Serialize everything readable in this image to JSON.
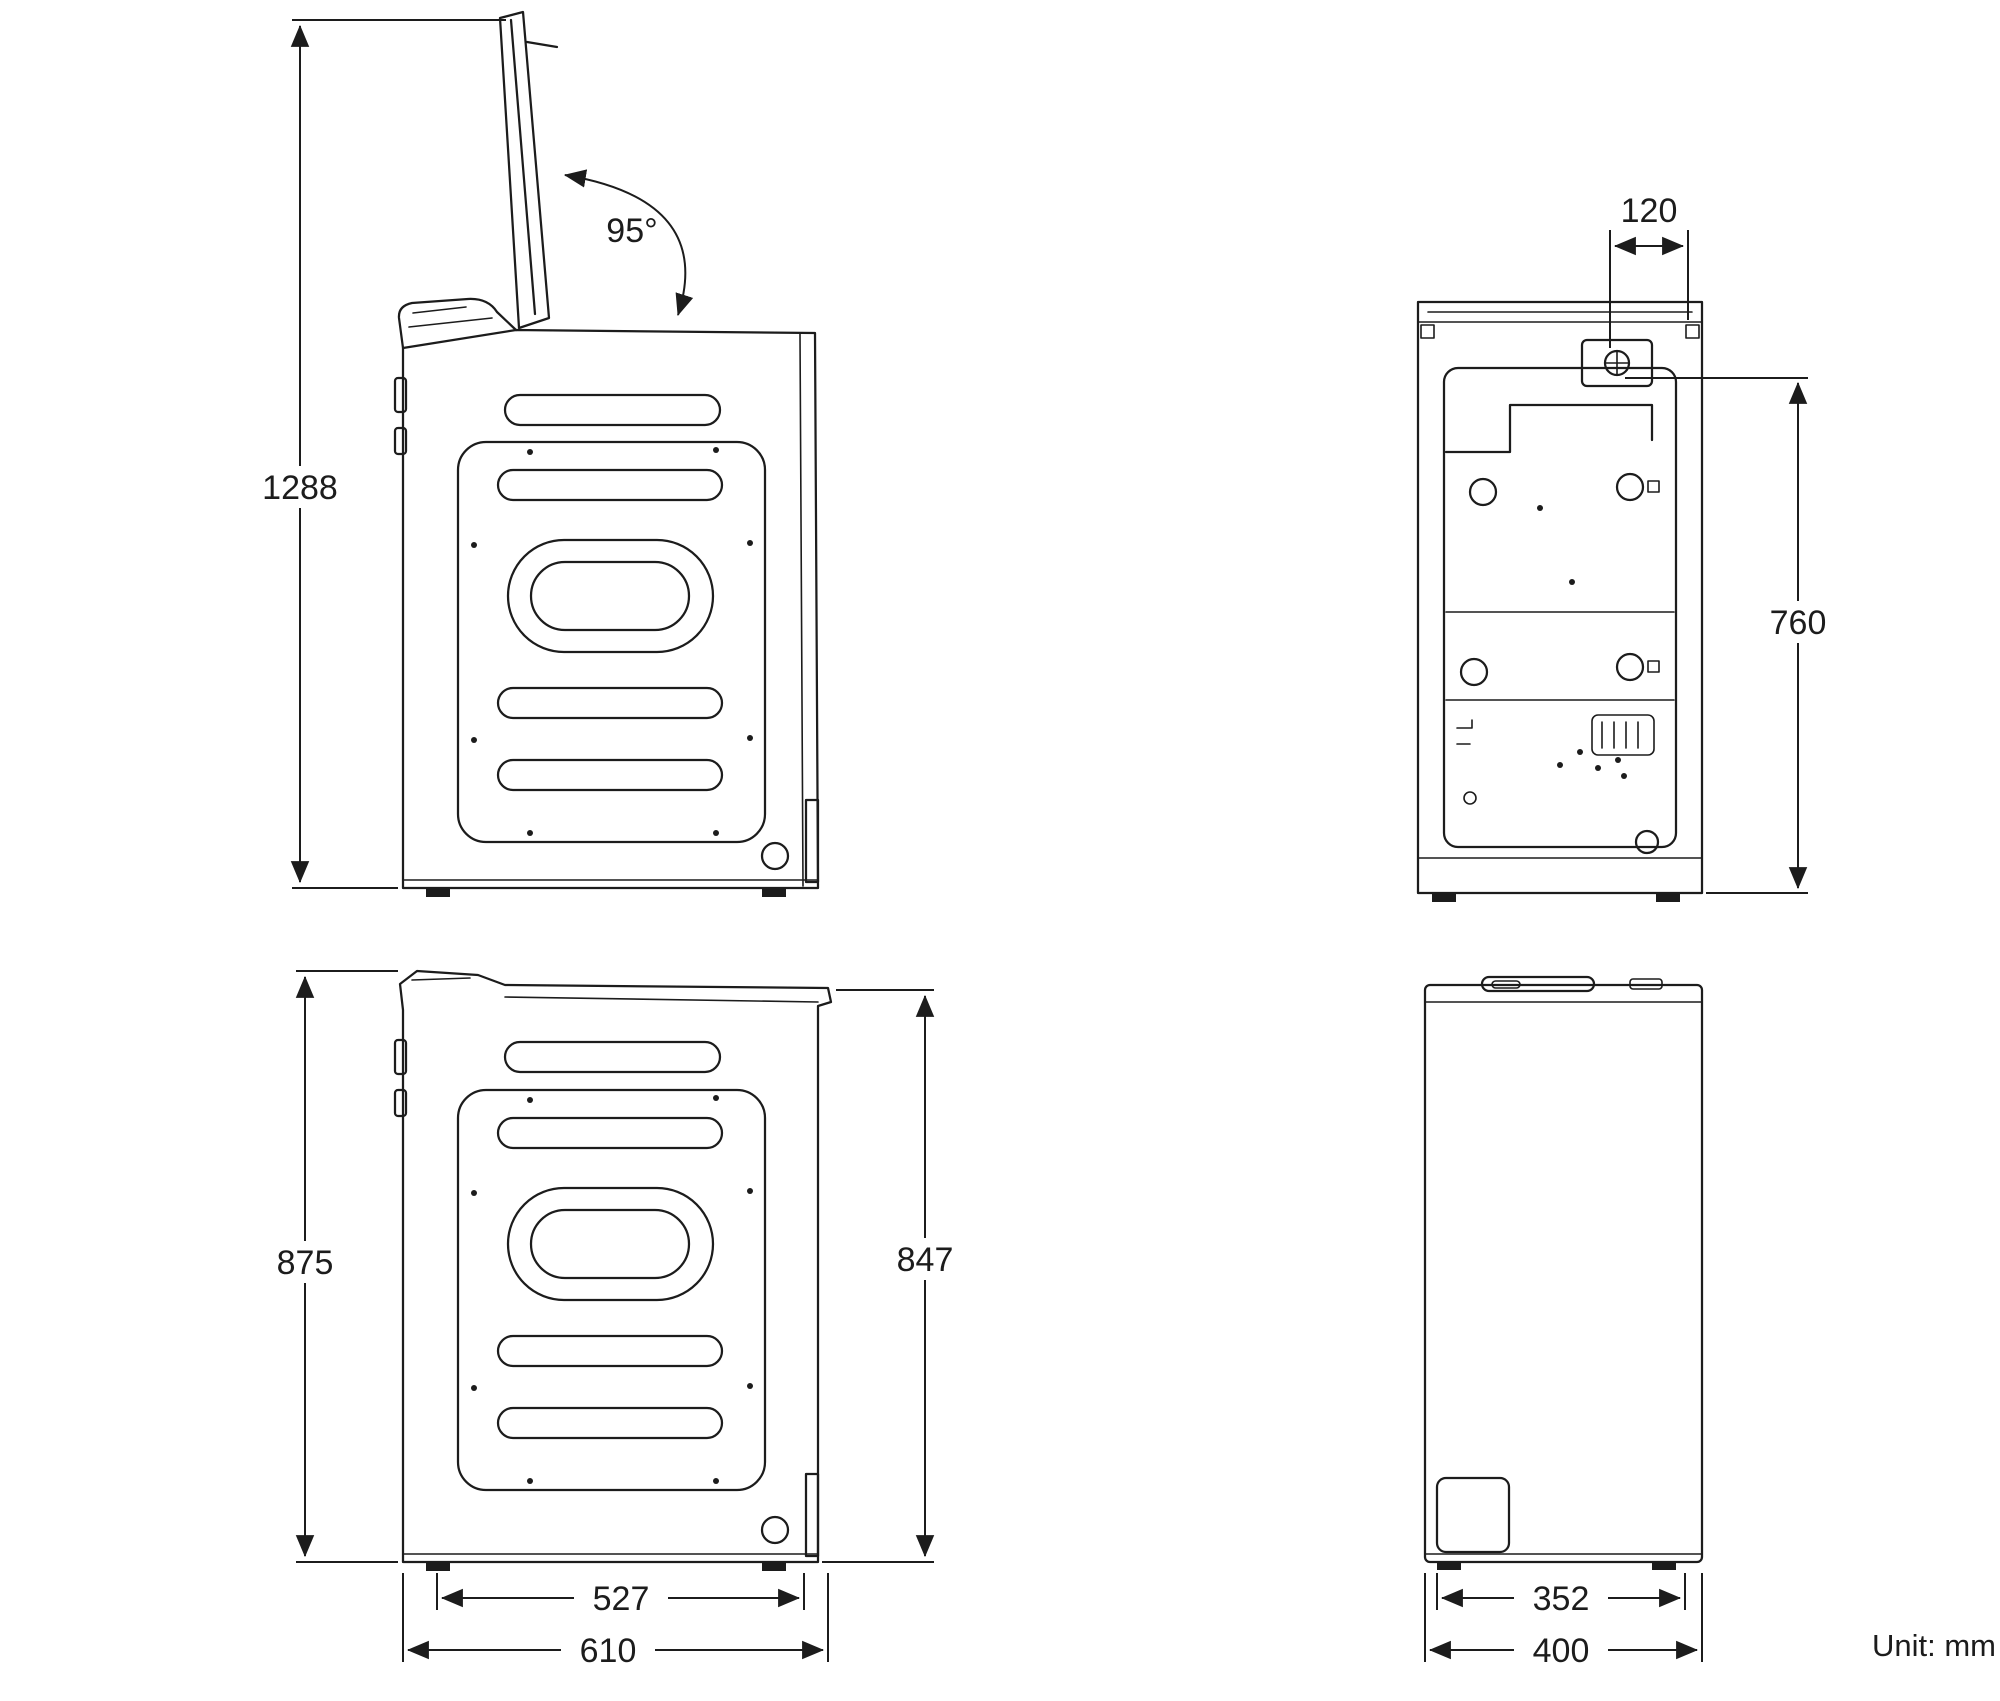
{
  "unit_label": "Unit: mm",
  "views": {
    "side_open": {
      "total_height": "1288",
      "lid_angle": "95°"
    },
    "rear": {
      "top_offset": "120",
      "height": "760"
    },
    "side_closed": {
      "height_front": "875",
      "height_rear": "847",
      "width_feet": "527",
      "width_overall": "610"
    },
    "front": {
      "width_feet": "352",
      "width_overall": "400"
    }
  }
}
